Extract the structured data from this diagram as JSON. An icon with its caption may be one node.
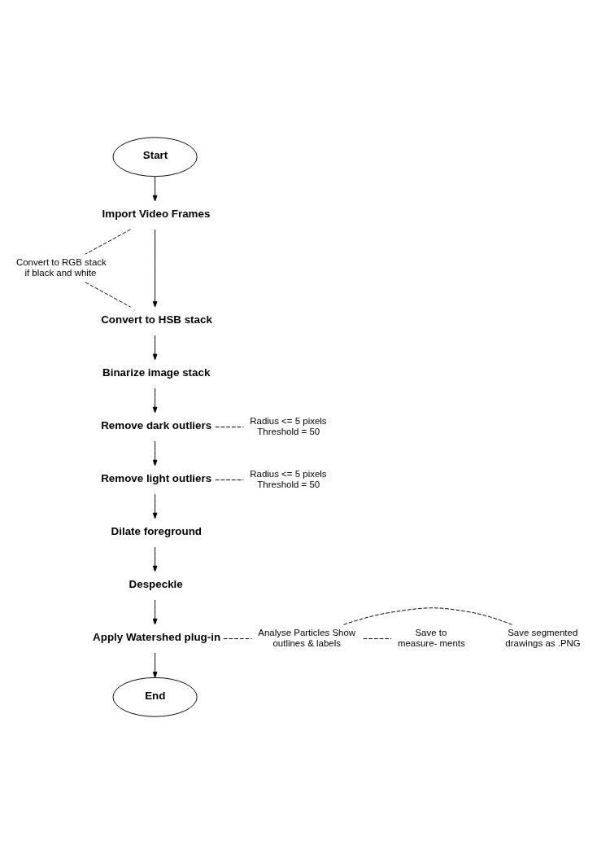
{
  "diagram": {
    "nodes": [
      {
        "text": [
          "Start"
        ]
      },
      {
        "text": [
          "Import Video Frames"
        ]
      },
      {
        "text": [
          "Convert to RGB stack if black and white"
        ]
      },
      {
        "text": [
          "Convert to HSB stack"
        ]
      },
      {
        "text": [
          "Binarize image stack"
        ]
      },
      {
        "text": [
          "Remove dark outliers"
        ]
      },
      {
        "text": [
          "Radius <= 5 pixels Threshold = 50"
        ]
      },
      {
        "text": [
          "Remove light outliers"
        ]
      },
      {
        "text": [
          "Radius <= 5 pixels Threshold = 50"
        ]
      },
      {
        "text": [
          "Dilate foreground"
        ]
      },
      {
        "text": [
          "Despeckle"
        ]
      },
      {
        "text": [
          "Apply Watershed plug-in"
        ]
      },
      {
        "text": [
          "Analyse Particles Show outlines & labels"
        ]
      },
      {
        "text": [
          "Save to measure- ments"
        ]
      },
      {
        "text": [
          "Save segmented drawings as .PNG"
        ]
      },
      {
        "text": [
          "End"
        ]
      }
    ],
    "edges": [
      {
        "from": 0,
        "to": 1,
        "arrow": "to"
      },
      {
        "from": 1,
        "to": 3,
        "arrow": "to"
      },
      {
        "from": 1,
        "to": 2,
        "arrow": "none",
        "style": "dashed"
      },
      {
        "from": 2,
        "to": 3,
        "arrow": "none",
        "style": "dashed"
      },
      {
        "from": 3,
        "to": 4,
        "arrow": "to"
      },
      {
        "from": 4,
        "to": 5,
        "arrow": "to"
      },
      {
        "from": 5,
        "to": 6,
        "arrow": "none",
        "style": "dashed"
      },
      {
        "from": 5,
        "to": 7,
        "arrow": "to"
      },
      {
        "from": 7,
        "to": 8,
        "arrow": "none",
        "style": "dashed"
      },
      {
        "from": 7,
        "to": 9,
        "arrow": "to"
      },
      {
        "from": 9,
        "to": 10,
        "arrow": "to"
      },
      {
        "from": 10,
        "to": 11,
        "arrow": "to"
      },
      {
        "from": 11,
        "to": 12,
        "arrow": "none",
        "style": "dashed"
      },
      {
        "from": 12,
        "to": 13,
        "arrow": "none",
        "style": "dashed"
      },
      {
        "from": 12,
        "to": 14,
        "arrow": "none",
        "style": "dashed"
      },
      {
        "from": 11,
        "to": 15,
        "arrow": "to"
      }
    ]
  }
}
